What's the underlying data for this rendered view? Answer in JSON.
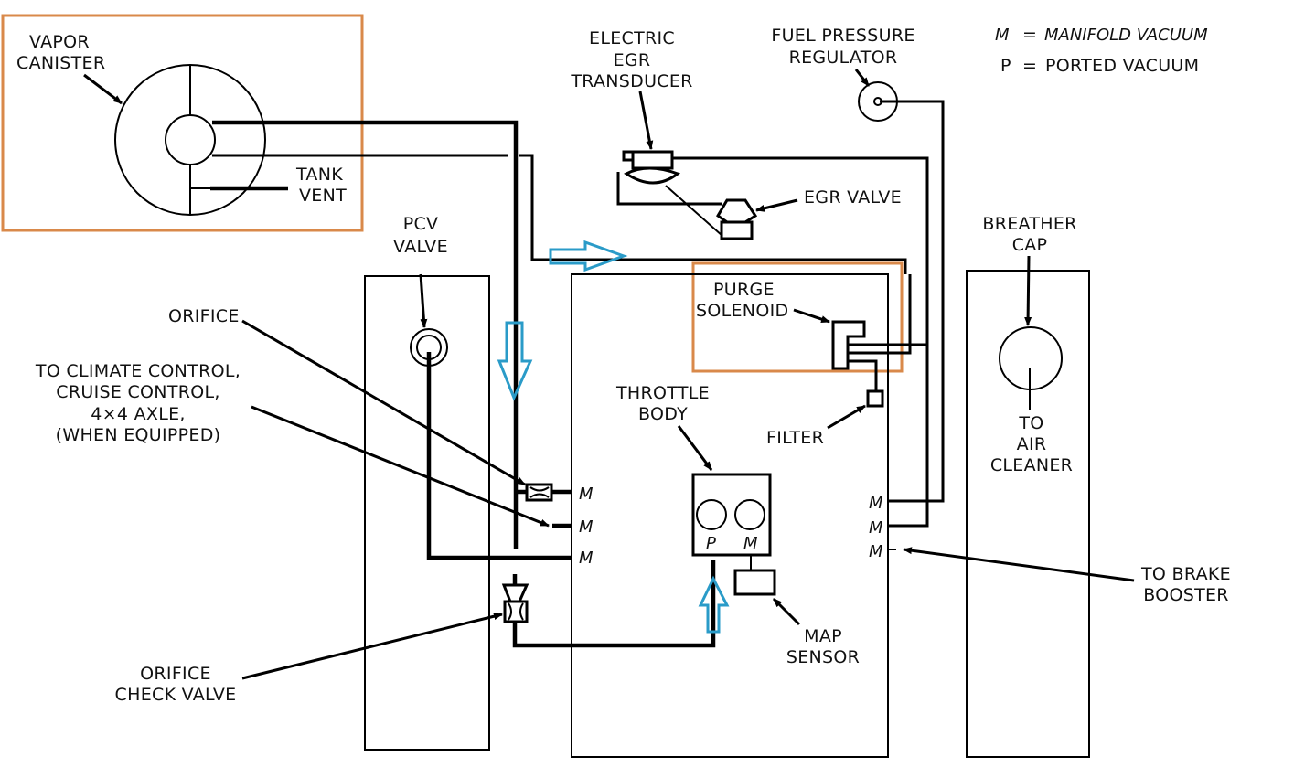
{
  "diagram": {
    "title": "Vacuum Hose Routing Diagram",
    "legend": [
      {
        "symbol": "M",
        "equals": "=",
        "meaning": "MANIFOLD VACUUM"
      },
      {
        "symbol": "P",
        "equals": "=",
        "meaning": "PORTED VACUUM"
      }
    ],
    "labels": {
      "vapor_canister": [
        "VAPOR",
        "CANISTER"
      ],
      "tank_vent": [
        "TANK",
        "VENT"
      ],
      "electric_egr_transducer": [
        "ELECTRIC",
        "EGR",
        "TRANSDUCER"
      ],
      "fuel_pressure_regulator": [
        "FUEL PRESSURE",
        "REGULATOR"
      ],
      "egr_valve": "EGR VALVE",
      "pcv_valve": [
        "PCV",
        "VALVE"
      ],
      "purge_solenoid": [
        "PURGE",
        "SOLENOID"
      ],
      "breather_cap": [
        "BREATHER",
        "CAP"
      ],
      "to_air_cleaner": [
        "TO",
        "AIR",
        "CLEANER"
      ],
      "orifice": "ORIFICE",
      "to_climate_control": [
        "TO CLIMATE CONTROL,",
        "CRUISE CONTROL,",
        "4×4 AXLE,",
        "(WHEN EQUIPPED)"
      ],
      "throttle_body": [
        "THROTTLE",
        "BODY"
      ],
      "filter": "FILTER",
      "to_brake_booster": [
        "TO BRAKE",
        "BOOSTER"
      ],
      "map_sensor": [
        "MAP",
        "SENSOR"
      ],
      "orifice_check_valve": [
        "ORIFICE",
        "CHECK VALVE"
      ]
    },
    "ports": {
      "left": [
        "M",
        "M",
        "M"
      ],
      "right": [
        "M",
        "M",
        "M"
      ],
      "throttle_body": [
        "P",
        "M"
      ]
    },
    "highlights": [
      "vapor-canister-region",
      "purge-solenoid-region"
    ],
    "flow_arrows": [
      "down",
      "right",
      "up"
    ],
    "colors": {
      "highlight": "#d9894a",
      "flow_arrow": "#2a9bc8",
      "line": "#000000"
    }
  }
}
